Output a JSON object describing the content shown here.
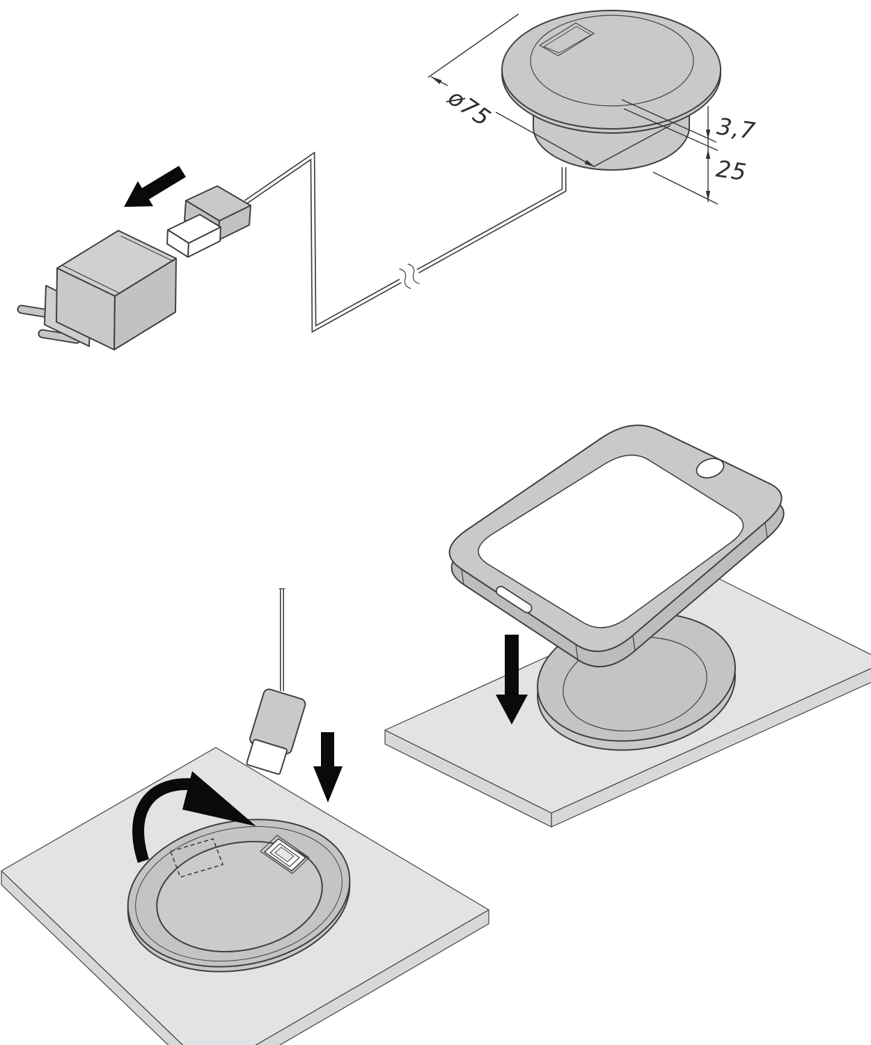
{
  "figure": {
    "kind": "technical-installation-diagram",
    "panels": [
      "charger-grommet-with-dimensions-and-power-adapter",
      "grommet-inserted-into-desk-with-usb-cable-and-rotation",
      "phone-placed-onto-charger-on-desk"
    ]
  },
  "dimensions": {
    "diameter": "ø75",
    "flange_thickness": "3,7",
    "insert_depth": "25"
  },
  "icons": {
    "arrow_plug_direction": "arrow-left-icon",
    "arrow_insert_cable": "arrow-down-icon",
    "arrow_rotate_lock": "rotate-clockwise-arrow-icon",
    "arrow_place_phone": "arrow-down-icon",
    "cable_break": "cable-break-symbol"
  },
  "colors": {
    "background": "#ffffff",
    "device_fill": "#c9c9cb",
    "device_fill_dark": "#c2c2c4",
    "device_fill_light": "#d0d0d2",
    "table_fill": "#e3e3e5",
    "table_side_fill": "#d8d8da",
    "ring_fill": "#c4c4c6",
    "lid_fill": "#cbcbcd",
    "phone_side_fill": "#bdbdbf",
    "screen_fill": "#ffffff",
    "outline": "#3f3f3f",
    "dimension_line": "#333333",
    "arrow_black": "#0a0a0a"
  }
}
